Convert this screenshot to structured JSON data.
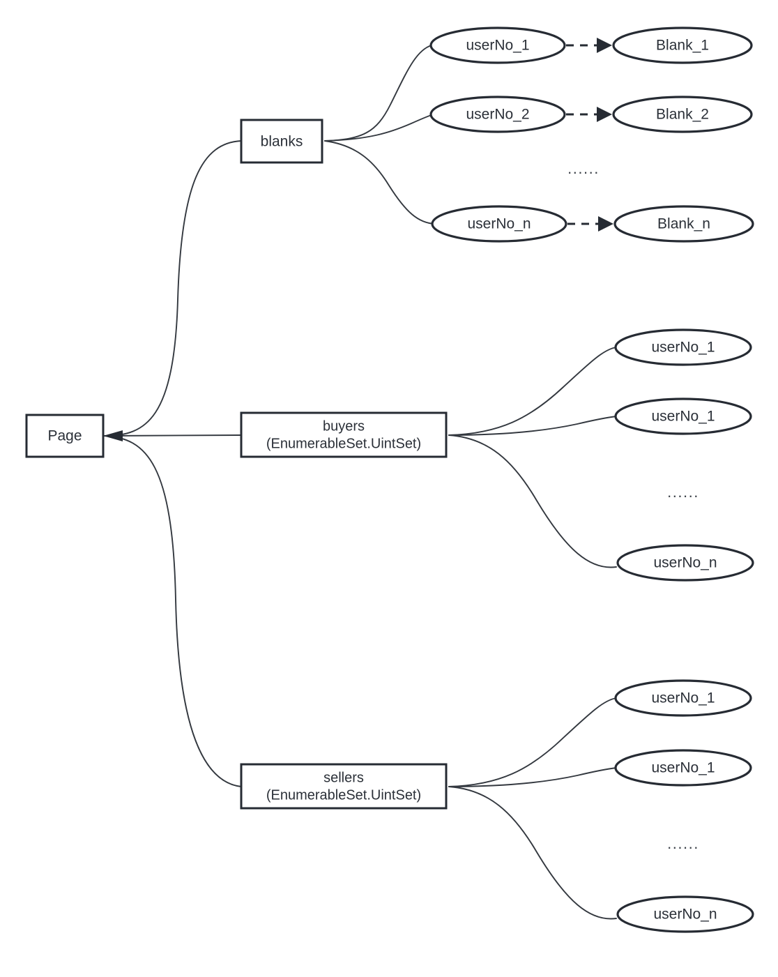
{
  "diagram": {
    "type": "tree-structure-diagram",
    "background_color": "#ffffff",
    "stroke_color": "#262b33",
    "root": {
      "label": "Page"
    },
    "branches": [
      {
        "id": "blanks",
        "label": "blanks",
        "children": [
          {
            "label": "userNo_1",
            "mapped_to": "Blank_1",
            "link": "dashed-arrow"
          },
          {
            "label": "userNo_2",
            "mapped_to": "Blank_2",
            "link": "dashed-arrow"
          },
          {
            "label": "userNo_n",
            "mapped_to": "Blank_n",
            "link": "dashed-arrow"
          }
        ],
        "ellipsis": "......"
      },
      {
        "id": "buyers",
        "label_line1": "buyers",
        "label_line2": "(EnumerableSet.UintSet)",
        "children": [
          {
            "label": "userNo_1"
          },
          {
            "label": "userNo_1"
          },
          {
            "label": "userNo_n"
          }
        ],
        "ellipsis": "......"
      },
      {
        "id": "sellers",
        "label_line1": "sellers",
        "label_line2": "(EnumerableSet.UintSet)",
        "children": [
          {
            "label": "userNo_1"
          },
          {
            "label": "userNo_1"
          },
          {
            "label": "userNo_n"
          }
        ],
        "ellipsis": "......"
      }
    ]
  }
}
